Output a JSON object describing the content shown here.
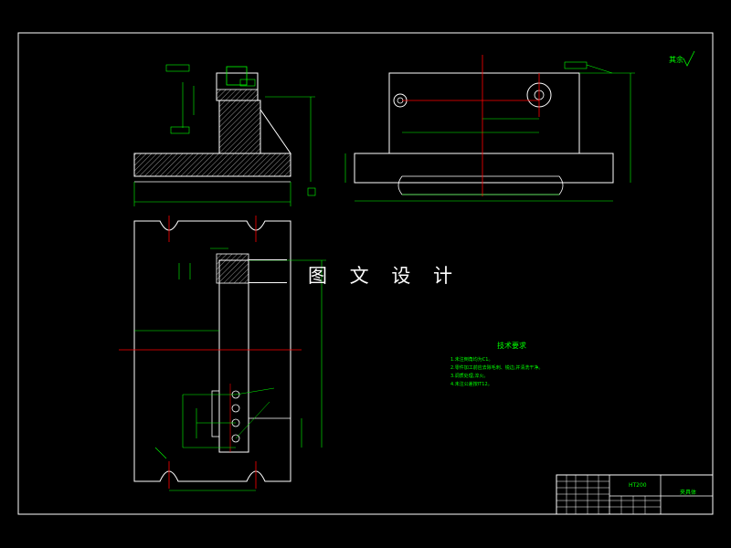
{
  "watermark": "图 文 设 计",
  "roughness_note": "其余",
  "tech_requirements": {
    "title": "技术要求",
    "items": [
      "1.未注倒角均为C1。",
      "2.零件加工前应去除毛刺、锐边,并清洗干净。",
      "3.调质处理,淬火。",
      "4.未注公差按IT12。"
    ]
  },
  "title_block": {
    "name": "夹具体",
    "material": "HT200"
  },
  "colors": {
    "background": "#000000",
    "outline": "#ffffff",
    "dimension": "#00ff00",
    "centerline": "#ff0000"
  }
}
